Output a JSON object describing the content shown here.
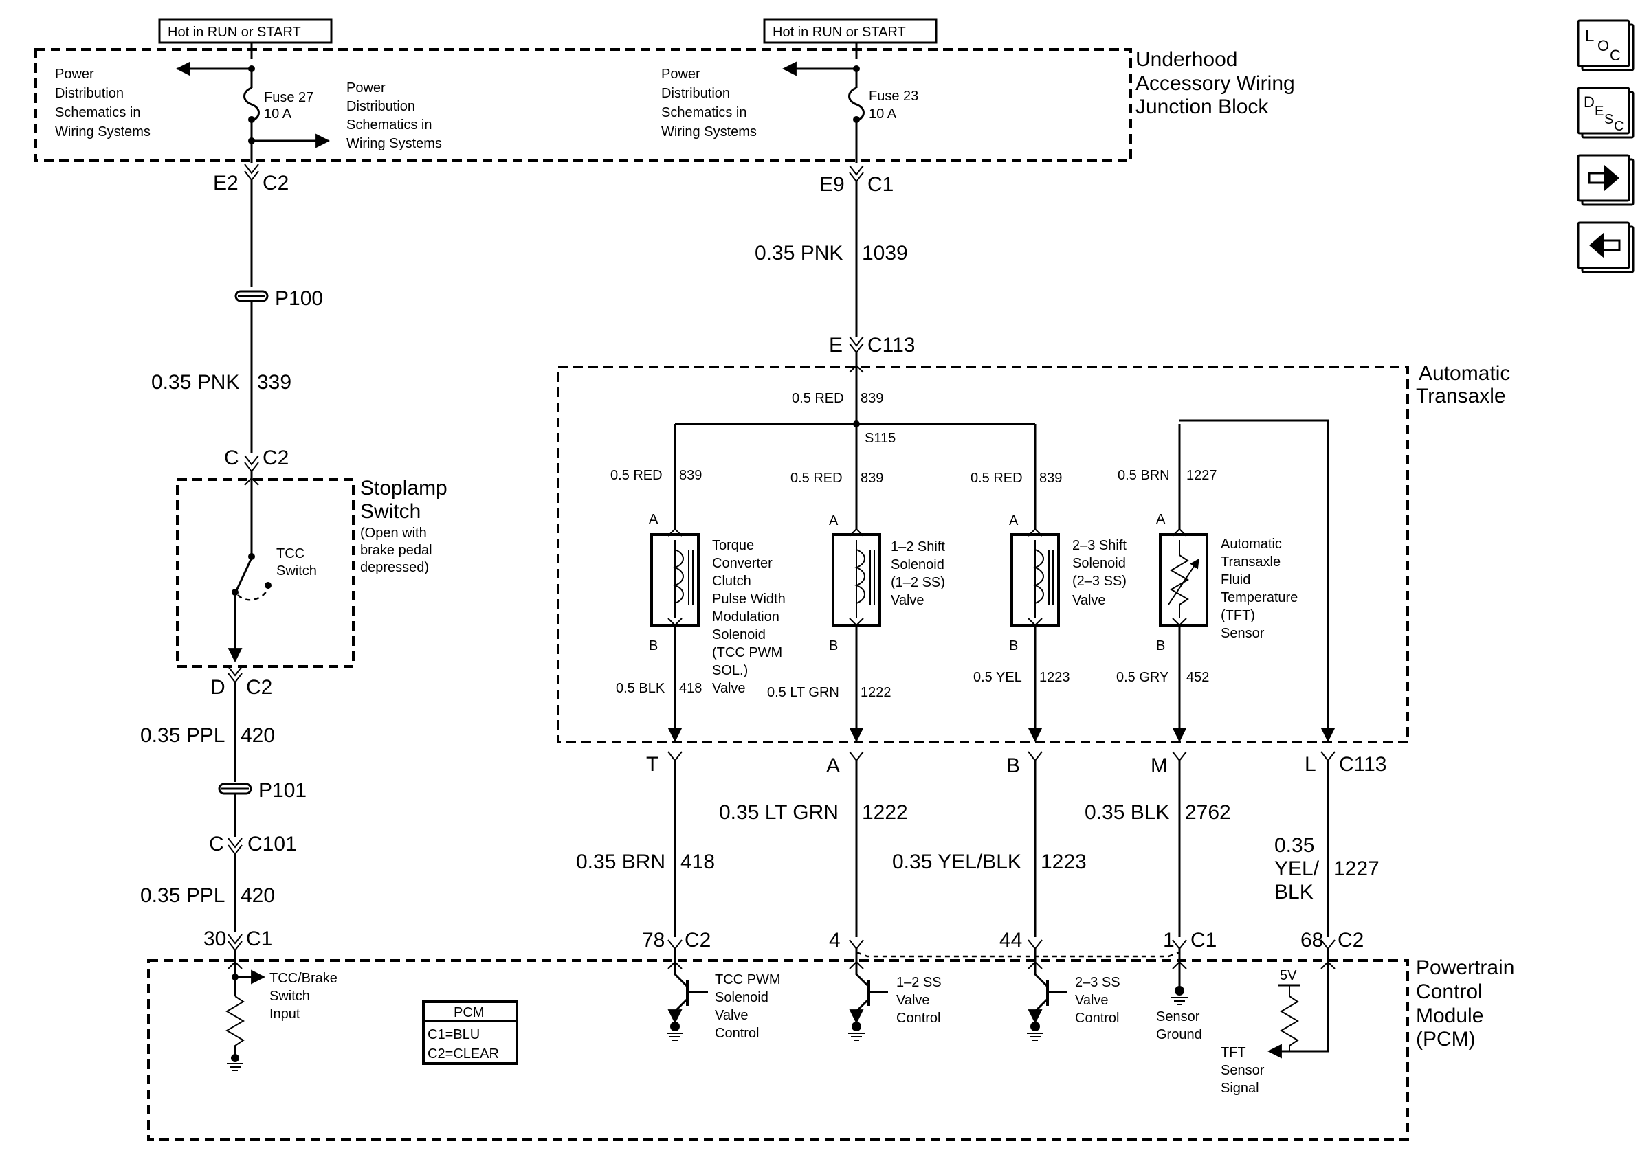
{
  "top": {
    "hot_left": "Hot in RUN or START",
    "hot_right": "Hot in RUN or START",
    "fuse27_name": "Fuse 27",
    "fuse27_rating": "10 A",
    "fuse23_name": "Fuse 23",
    "fuse23_rating": "10 A",
    "power_dist_a": [
      "Power",
      "Distribution",
      "Schematics in",
      "Wiring Systems"
    ],
    "power_dist_b": [
      "Power",
      "Distribution",
      "Schematics in",
      "Wiring Systems"
    ],
    "power_dist_c": [
      "Power",
      "Distribution",
      "Schematics in",
      "Wiring Systems"
    ],
    "underhood": [
      "Underhood",
      "Accessory Wiring",
      "Junction Block"
    ]
  },
  "left_circuit": {
    "e2": "E2",
    "e2_conn": "C2",
    "p100": "P100",
    "wire_339": "0.35 PNK",
    "wire_339_num": "339",
    "c_pin": "C",
    "c_conn": "C2",
    "stoplamp": [
      "Stoplamp",
      "Switch"
    ],
    "stoplamp_note": [
      "(Open with",
      "brake pedal",
      "depressed)"
    ],
    "tcc_switch": [
      "TCC",
      "Switch"
    ],
    "d_pin": "D",
    "d_conn": "C2",
    "wire_420a": "0.35 PPL",
    "wire_420a_num": "420",
    "p101": "P101",
    "c101_pin": "C",
    "c101_conn": "C101",
    "wire_420b": "0.35 PPL",
    "wire_420b_num": "420",
    "pin30": "30",
    "pin30_conn": "C1"
  },
  "center": {
    "e9": "E9",
    "e9_conn": "C1",
    "wire_1039": "0.35 PNK",
    "wire_1039_num": "1039",
    "e_pin": "E",
    "e_conn": "C113",
    "auto_trans": [
      "Automatic",
      "Transaxle"
    ],
    "red839_top": "0.5 RED",
    "red839_top_num": "839",
    "splice": "S115",
    "branch": [
      {
        "wire": "0.5 RED",
        "num": "839"
      },
      {
        "wire": "0.5 RED",
        "num": "839"
      },
      {
        "wire": "0.5 RED",
        "num": "839"
      },
      {
        "wire": "0.5 BRN",
        "num": "1227"
      }
    ],
    "pin_a": "A",
    "pin_b": "B",
    "tcc_sol": [
      "Torque",
      "Converter",
      "Clutch",
      "Pulse Width",
      "Modulation",
      "Solenoid",
      "(TCC PWM",
      "SOL.)",
      "Valve"
    ],
    "ss12": [
      "1–2 Shift",
      "Solenoid",
      "(1–2 SS)",
      "Valve"
    ],
    "ss23": [
      "2–3 Shift",
      "Solenoid",
      "(2–3 SS)",
      "Valve"
    ],
    "tft": [
      "Automatic",
      "Transaxle",
      "Fluid",
      "Temperature",
      "(TFT)",
      "Sensor"
    ],
    "lower": [
      {
        "wire": "0.5 BLK",
        "num": "418"
      },
      {
        "wire": "0.5 LT GRN",
        "num": "1222"
      },
      {
        "wire": "0.5 YEL",
        "num": "1223"
      },
      {
        "wire": "0.5 GRY",
        "num": "452"
      }
    ]
  },
  "bottom": {
    "t_pin": "T",
    "a_pin": "A",
    "b_pin": "B",
    "m_pin": "M",
    "l_pin": "L",
    "c113": "C113",
    "w_1222": "0.35 LT GRN",
    "w_1222_num": "1222",
    "w_418": "0.35 BRN",
    "w_418_num": "418",
    "w_1223": "0.35 YEL/BLK",
    "w_1223_num": "1223",
    "w_2762": "0.35 BLK",
    "w_2762_num": "2762",
    "w_1227": [
      "0.35",
      "YEL/",
      "BLK"
    ],
    "w_1227_num": "1227",
    "pin78": "78",
    "pin78_conn": "C2",
    "pin4": "4",
    "pin44": "44",
    "pin1": "1",
    "pin1_conn": "C1",
    "pin68": "68",
    "pin68_conn": "C2"
  },
  "pcm": {
    "title": [
      "Powertrain",
      "Control",
      "Module",
      "(PCM)"
    ],
    "legend_title": "PCM",
    "legend_c1": "C1=BLU",
    "legend_c2": "C2=CLEAR",
    "tcc_brake": [
      "TCC/Brake",
      "Switch",
      "Input"
    ],
    "tcc_pwm": [
      "TCC PWM",
      "Solenoid",
      "Valve",
      "Control"
    ],
    "ss12_ctrl": [
      "1–2 SS",
      "Valve",
      "Control"
    ],
    "ss23_ctrl": [
      "2–3 SS",
      "Valve",
      "Control"
    ],
    "sensor_ground": [
      "Sensor",
      "Ground"
    ],
    "v5": "5V",
    "tft_signal": [
      "TFT",
      "Sensor",
      "Signal"
    ]
  },
  "nav": {
    "loc_l": "L",
    "loc_o": "O",
    "loc_c": "C",
    "desc_d": "D",
    "desc_e": "E",
    "desc_s": "S",
    "desc_c": "C",
    "forward_icon": "arrow-right-icon",
    "back_icon": "arrow-left-icon"
  }
}
